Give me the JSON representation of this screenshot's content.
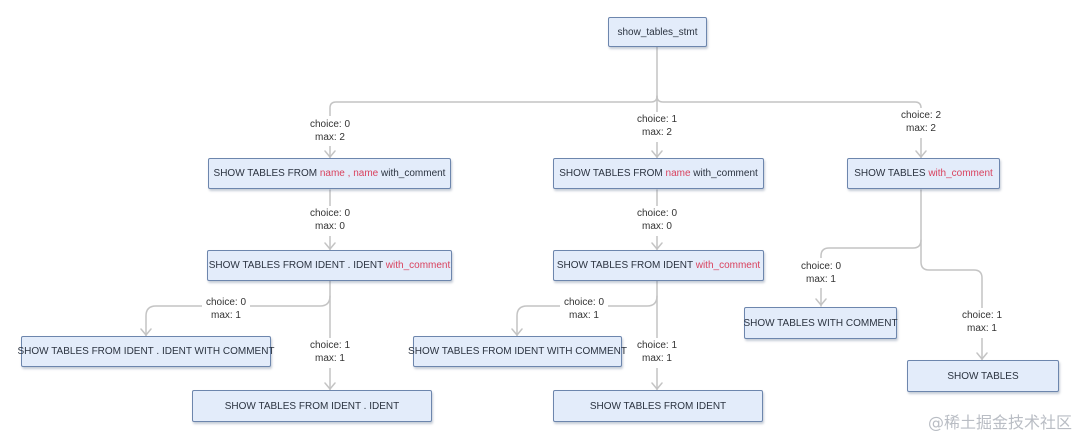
{
  "nodes": {
    "root": {
      "text": "show_tables_stmt"
    },
    "a1": {
      "prefix": "SHOW TABLES FROM ",
      "hl": "name , name",
      "suffix": " with_comment"
    },
    "a2": {
      "prefix": "SHOW TABLES FROM IDENT . IDENT ",
      "hl": "with_comment",
      "suffix": ""
    },
    "a3": {
      "text": "SHOW TABLES FROM IDENT . IDENT WITH COMMENT"
    },
    "a4": {
      "text": "SHOW TABLES FROM IDENT . IDENT"
    },
    "b1": {
      "prefix": "SHOW TABLES FROM ",
      "hl": "name",
      "suffix": " with_comment"
    },
    "b2": {
      "prefix": "SHOW TABLES FROM IDENT ",
      "hl": "with_comment",
      "suffix": ""
    },
    "b3": {
      "text": "SHOW TABLES FROM IDENT WITH COMMENT"
    },
    "b4": {
      "text": "SHOW TABLES FROM IDENT"
    },
    "c1": {
      "prefix": "SHOW TABLES ",
      "hl": "with_comment",
      "suffix": ""
    },
    "c2": {
      "text": "SHOW TABLES WITH COMMENT"
    },
    "c3": {
      "text": "SHOW TABLES"
    }
  },
  "edges": {
    "root_a1": {
      "choice": "choice: 0",
      "max": "max: 2"
    },
    "root_b1": {
      "choice": "choice: 1",
      "max": "max: 2"
    },
    "root_c1": {
      "choice": "choice: 2",
      "max": "max: 2"
    },
    "a1_a2": {
      "choice": "choice: 0",
      "max": "max: 0"
    },
    "a2_a3": {
      "choice": "choice: 0",
      "max": "max: 1"
    },
    "a2_a4": {
      "choice": "choice: 1",
      "max": "max: 1"
    },
    "b1_b2": {
      "choice": "choice: 0",
      "max": "max: 0"
    },
    "b2_b3": {
      "choice": "choice: 0",
      "max": "max: 1"
    },
    "b2_b4": {
      "choice": "choice: 1",
      "max": "max: 1"
    },
    "c1_c2": {
      "choice": "choice: 0",
      "max": "max: 1"
    },
    "c1_c3": {
      "choice": "choice: 1",
      "max": "max: 1"
    }
  },
  "colors": {
    "node_fill": "#e3ecfa",
    "node_border": "#6d86ad",
    "connector": "#bdbdbd",
    "highlight": "#d9425e"
  },
  "watermark": "@稀土掘金技术社区"
}
